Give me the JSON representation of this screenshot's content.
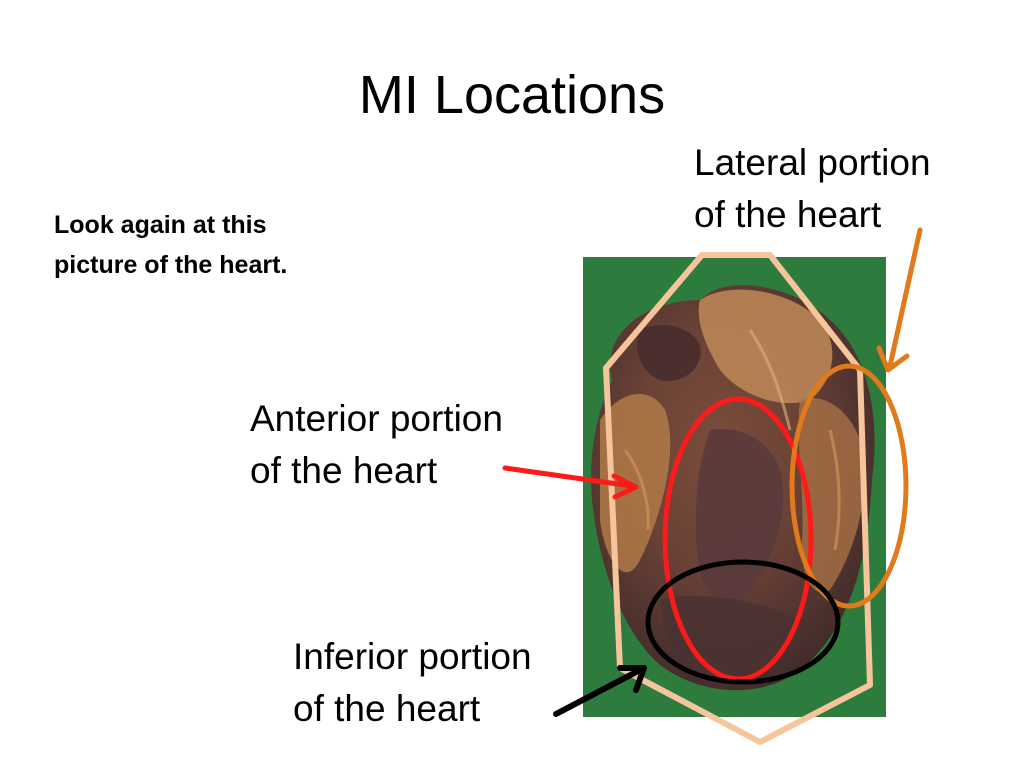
{
  "slide": {
    "title": "MI Locations",
    "note_line1": "Look again at this",
    "note_line2": "picture of the heart."
  },
  "labels": {
    "lateral": {
      "line1": "Lateral portion",
      "line2": "of the heart"
    },
    "anterior": {
      "line1": "Anterior portion",
      "line2": "of the heart"
    },
    "inferior": {
      "line1": "Inferior portion",
      "line2": "of the heart"
    }
  },
  "colors": {
    "photo_background": "#2d7b3d",
    "outline": "#f7c59b",
    "anterior": "#ff1a1a",
    "lateral": "#e07a1a",
    "inferior": "#000000",
    "heart_dark": "#5a3a34",
    "heart_light": "#b07a48"
  }
}
